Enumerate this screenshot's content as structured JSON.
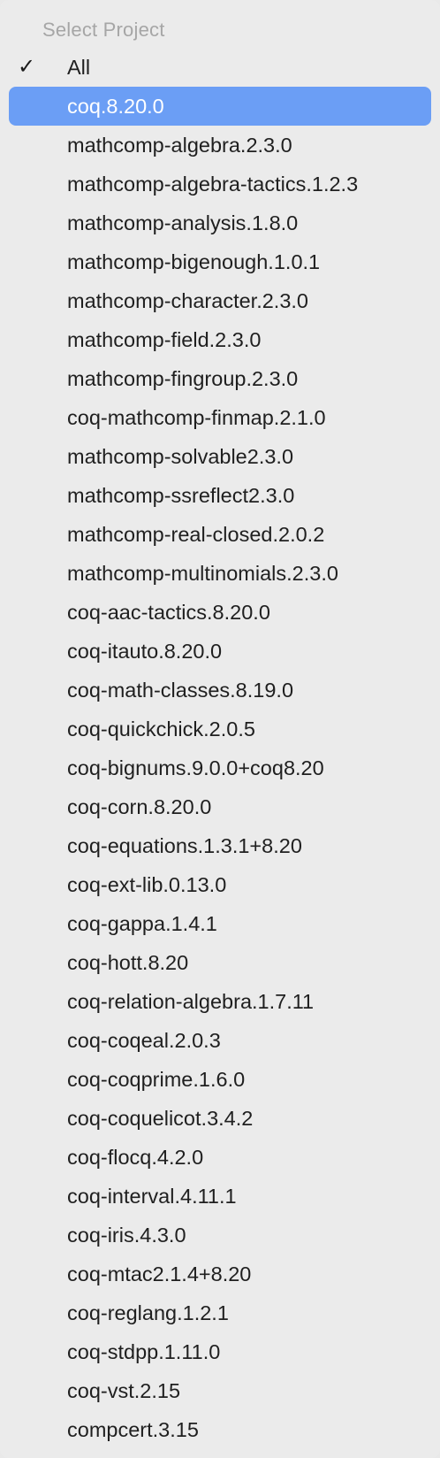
{
  "menu": {
    "header": "Select Project",
    "checkmark_glyph": "✓",
    "colors": {
      "background": "#ebebeb",
      "highlight": "#6b9ef5",
      "header_text": "#a6a6a6",
      "item_text": "#1f1f1f"
    },
    "items": [
      {
        "label": "All",
        "checked": true,
        "highlighted": false
      },
      {
        "label": "coq.8.20.0",
        "checked": false,
        "highlighted": true
      },
      {
        "label": "mathcomp-algebra.2.3.0",
        "checked": false,
        "highlighted": false
      },
      {
        "label": "mathcomp-algebra-tactics.1.2.3",
        "checked": false,
        "highlighted": false
      },
      {
        "label": "mathcomp-analysis.1.8.0",
        "checked": false,
        "highlighted": false
      },
      {
        "label": "mathcomp-bigenough.1.0.1",
        "checked": false,
        "highlighted": false
      },
      {
        "label": "mathcomp-character.2.3.0",
        "checked": false,
        "highlighted": false
      },
      {
        "label": "mathcomp-field.2.3.0",
        "checked": false,
        "highlighted": false
      },
      {
        "label": "mathcomp-fingroup.2.3.0",
        "checked": false,
        "highlighted": false
      },
      {
        "label": "coq-mathcomp-finmap.2.1.0",
        "checked": false,
        "highlighted": false
      },
      {
        "label": "mathcomp-solvable2.3.0",
        "checked": false,
        "highlighted": false
      },
      {
        "label": "mathcomp-ssreflect2.3.0",
        "checked": false,
        "highlighted": false
      },
      {
        "label": "mathcomp-real-closed.2.0.2",
        "checked": false,
        "highlighted": false
      },
      {
        "label": "mathcomp-multinomials.2.3.0",
        "checked": false,
        "highlighted": false
      },
      {
        "label": "coq-aac-tactics.8.20.0",
        "checked": false,
        "highlighted": false
      },
      {
        "label": "coq-itauto.8.20.0",
        "checked": false,
        "highlighted": false
      },
      {
        "label": "coq-math-classes.8.19.0",
        "checked": false,
        "highlighted": false
      },
      {
        "label": "coq-quickchick.2.0.5",
        "checked": false,
        "highlighted": false
      },
      {
        "label": "coq-bignums.9.0.0+coq8.20",
        "checked": false,
        "highlighted": false
      },
      {
        "label": "coq-corn.8.20.0",
        "checked": false,
        "highlighted": false
      },
      {
        "label": "coq-equations.1.3.1+8.20",
        "checked": false,
        "highlighted": false
      },
      {
        "label": "coq-ext-lib.0.13.0",
        "checked": false,
        "highlighted": false
      },
      {
        "label": "coq-gappa.1.4.1",
        "checked": false,
        "highlighted": false
      },
      {
        "label": "coq-hott.8.20",
        "checked": false,
        "highlighted": false
      },
      {
        "label": "coq-relation-algebra.1.7.11",
        "checked": false,
        "highlighted": false
      },
      {
        "label": "coq-coqeal.2.0.3",
        "checked": false,
        "highlighted": false
      },
      {
        "label": "coq-coqprime.1.6.0",
        "checked": false,
        "highlighted": false
      },
      {
        "label": "coq-coquelicot.3.4.2",
        "checked": false,
        "highlighted": false
      },
      {
        "label": "coq-flocq.4.2.0",
        "checked": false,
        "highlighted": false
      },
      {
        "label": "coq-interval.4.11.1",
        "checked": false,
        "highlighted": false
      },
      {
        "label": "coq-iris.4.3.0",
        "checked": false,
        "highlighted": false
      },
      {
        "label": "coq-mtac2.1.4+8.20",
        "checked": false,
        "highlighted": false
      },
      {
        "label": "coq-reglang.1.2.1",
        "checked": false,
        "highlighted": false
      },
      {
        "label": "coq-stdpp.1.11.0",
        "checked": false,
        "highlighted": false
      },
      {
        "label": "coq-vst.2.15",
        "checked": false,
        "highlighted": false
      },
      {
        "label": "compcert.3.15",
        "checked": false,
        "highlighted": false
      }
    ]
  }
}
